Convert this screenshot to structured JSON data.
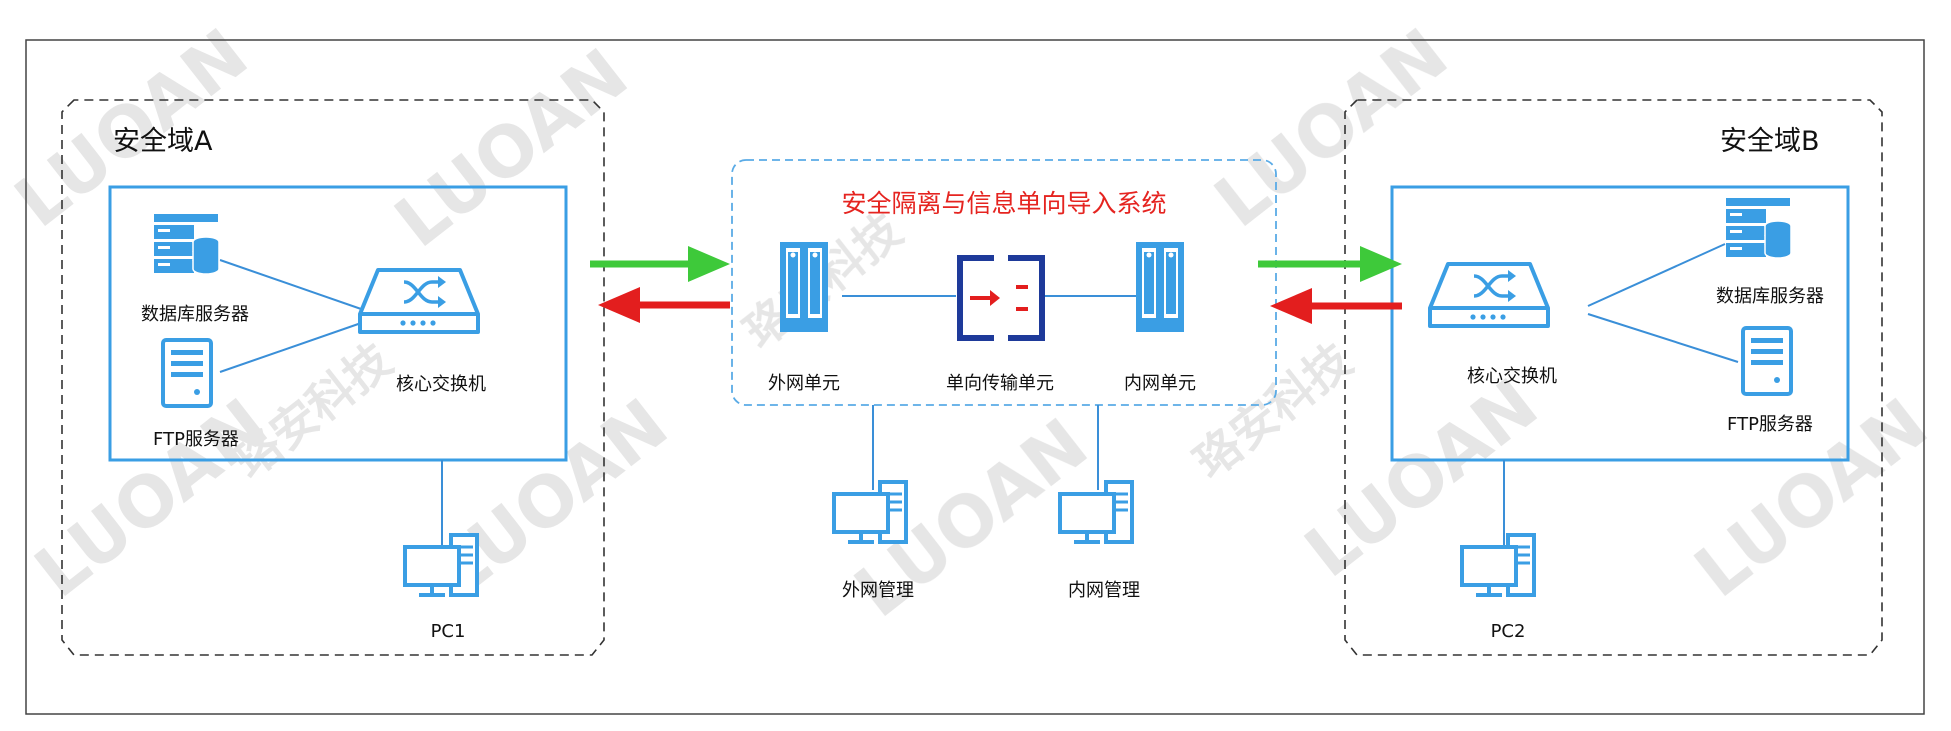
{
  "domain_a": {
    "title": "安全域A",
    "db_server": "数据库服务器",
    "ftp_server": "FTP服务器",
    "core_switch": "核心交换机",
    "pc": "PC1"
  },
  "domain_b": {
    "title": "安全域B",
    "db_server": "数据库服务器",
    "ftp_server": "FTP服务器",
    "core_switch": "核心交换机",
    "pc": "PC2"
  },
  "isolation_system": {
    "title": "安全隔离与信息单向导入系统",
    "outer_unit": "外网单元",
    "transfer_unit": "单向传输单元",
    "inner_unit": "内网单元",
    "outer_mgmt": "外网管理",
    "inner_mgmt": "内网管理"
  },
  "watermark": {
    "brand_latin": "LUOAN",
    "brand_cn": "珞安科技"
  },
  "colors": {
    "device_blue": "#3a9ee4",
    "link_blue": "#3a8fd8",
    "title_red": "#e52420",
    "arrow_green": "#3ec93a",
    "arrow_red": "#e31e1e",
    "transfer_navy": "#1e3a9a"
  },
  "icons": [
    "server-stack-icon",
    "tower-server-icon",
    "network-switch-icon",
    "desktop-pc-icon",
    "rack-server-icon",
    "one-way-transfer-icon"
  ]
}
